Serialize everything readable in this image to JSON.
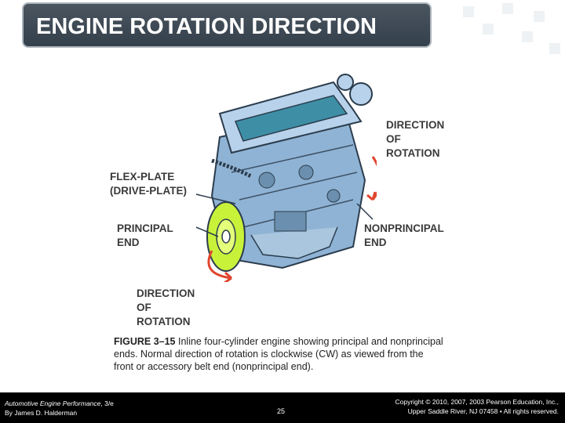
{
  "title": "ENGINE ROTATION DIRECTION",
  "labels": {
    "direction_top": "DIRECTION\nOF\nROTATION",
    "flex_plate": "FLEX-PLATE\n(DRIVE-PLATE)",
    "principal_end": "PRINCIPAL\nEND",
    "nonprincipal_end": "NONPRINCIPAL\nEND",
    "direction_bottom": "DIRECTION\nOF\nROTATION"
  },
  "caption": {
    "figure": "FIGURE 3–15",
    "text": " Inline four-cylinder engine showing principal and nonprincipal ends. Normal direction of rotation is clockwise (CW) as viewed from the front or accessory belt end (nonprincipal end)."
  },
  "footer": {
    "book_title": "Automotive Engine Performance",
    "edition": ", 3/e",
    "author": "By James D. Halderman",
    "page": "25",
    "copyright_line1": "Copyright © 2010, 2007, 2003 Pearson Education, Inc.,",
    "copyright_line2": "Upper Saddle River, NJ 07458 • All rights reserved."
  },
  "colors": {
    "engine_blue": "#8fb3d4",
    "valve_cover": "#3e8fa6",
    "flywheel": "#c8f23a",
    "arrow_red": "#e0452e"
  }
}
